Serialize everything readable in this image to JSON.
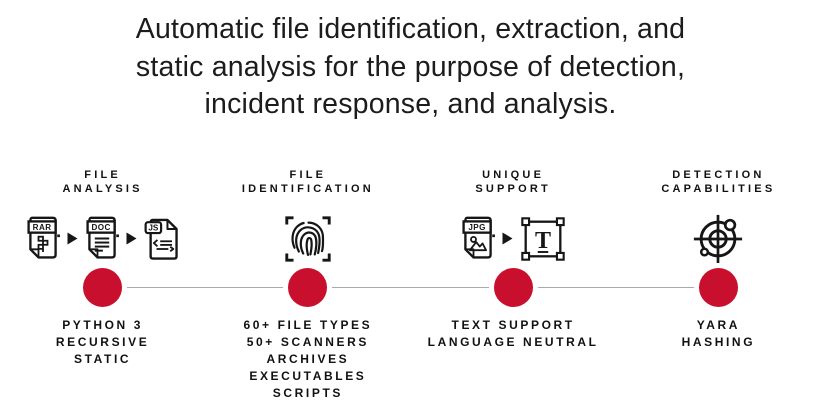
{
  "title": {
    "lines": [
      "Automatic file identification, extraction, and",
      "static analysis for the purpose of detection,",
      "incident response, and analysis."
    ]
  },
  "colors": {
    "accent_red": "#C8102E",
    "timeline_gray": "#ABABAB"
  },
  "columns": [
    {
      "id": "file-analysis",
      "header_lines": [
        "FILE",
        "ANALYSIS"
      ],
      "icons": [
        "rar-file-icon",
        "arrow-right-icon",
        "doc-file-icon",
        "arrow-right-icon",
        "js-file-icon"
      ],
      "icon_badges": {
        "rar": "RAR",
        "doc": "DOC",
        "js": "JS"
      },
      "labels": [
        "PYTHON 3",
        "RECURSIVE",
        "STATIC"
      ]
    },
    {
      "id": "file-identification",
      "header_lines": [
        "FILE",
        "IDENTIFICATION"
      ],
      "icons": [
        "fingerprint-scan-icon"
      ],
      "labels": [
        "60+ FILE TYPES",
        "50+ SCANNERS",
        "ARCHIVES",
        "EXECUTABLES",
        "SCRIPTS"
      ]
    },
    {
      "id": "unique-support",
      "header_lines": [
        "UNIQUE",
        "SUPPORT"
      ],
      "icons": [
        "jpg-file-icon",
        "arrow-right-icon",
        "text-selection-icon"
      ],
      "icon_badges": {
        "jpg": "JPG",
        "text": "T"
      },
      "labels": [
        "TEXT SUPPORT",
        "LANGUAGE NEUTRAL"
      ]
    },
    {
      "id": "detection-capabilities",
      "header_lines": [
        "DETECTION",
        "CAPABILITIES"
      ],
      "icons": [
        "target-detection-icon"
      ],
      "labels": [
        "YARA",
        "HASHING"
      ]
    }
  ]
}
